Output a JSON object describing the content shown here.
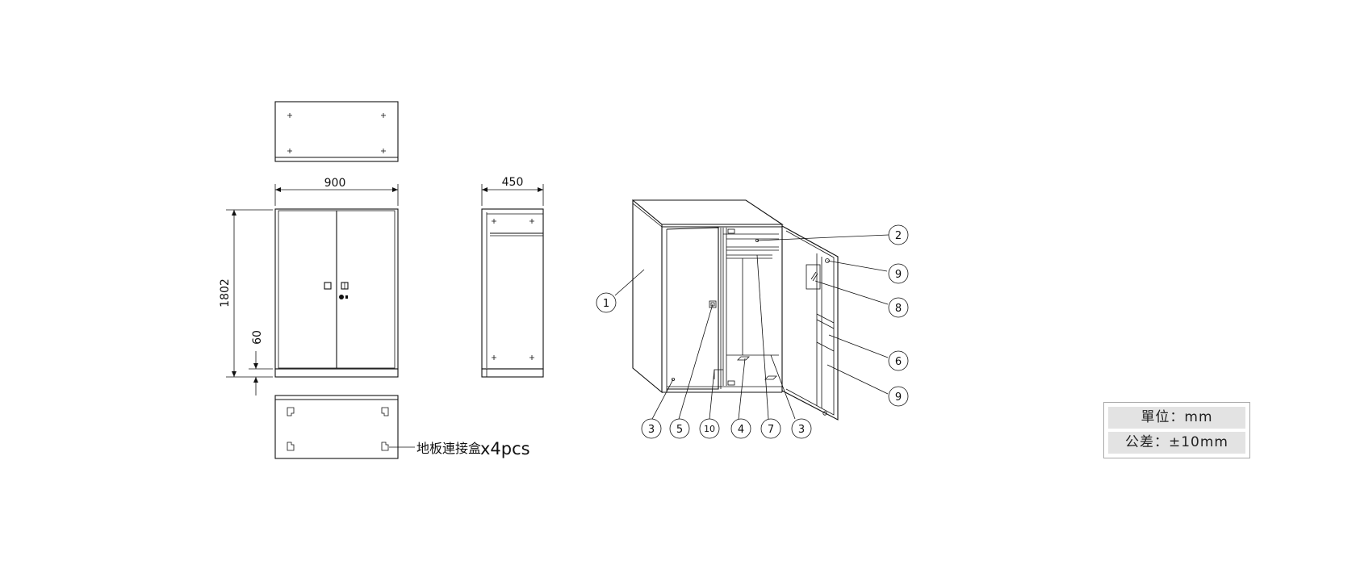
{
  "drawing": {
    "dimensions": {
      "width": "900",
      "depth": "450",
      "height": "1802",
      "base_height": "60"
    },
    "floor_connector_note": "地板連接盒",
    "floor_connector_qty": "x4pcs",
    "part_callouts": [
      "1",
      "2",
      "9",
      "8",
      "6",
      "9",
      "3",
      "5",
      "10",
      "4",
      "7",
      "3"
    ]
  },
  "units_box": {
    "unit_label": "單位：mm",
    "tolerance_label": "公差：±10mm"
  }
}
